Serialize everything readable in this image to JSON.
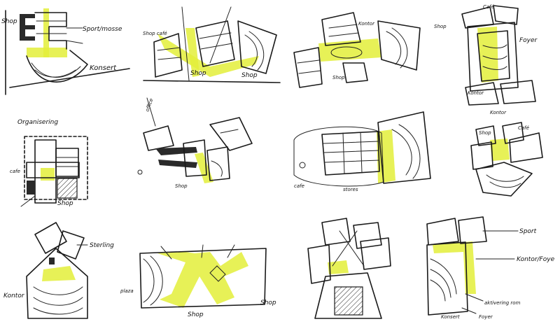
{
  "labels": {
    "s1_shop": "Shop",
    "s1_sport": "Sport/mosse",
    "s1_konsert": "Konsert",
    "s2_shop_cafe": "Shop café",
    "s2_shop_mid": "Shop",
    "s2_shop_right": "Shop",
    "s3_kontor": "Kontor",
    "s3_shop": "Shop",
    "s4_cafe": "Café",
    "s4_shop": "Shop",
    "s4_foyer": "Foyer",
    "s4_kontor": "Kontor",
    "s5_title": "Organisering",
    "s5_shop": "Shop",
    "s5_side": "cafe",
    "s6_office": "office",
    "s6_shop": "Shop",
    "s7_cafe": "cafe",
    "s7_stores": "stores",
    "s8_kontor": "Kontor",
    "s8_cafe": "Café",
    "s8_shop": "Shop",
    "s9_sterling": "Sterling",
    "s9_kontor": "Kontor",
    "s10_plaza": "plaza",
    "s10_shop_mid": "Shop",
    "s10_shop_right": "Shop",
    "s12_sport": "Sport",
    "s12_kontor_foye": "Kontor/Foye",
    "s12_aktivering": "aktivering rom",
    "s12_konsert": "Konsert",
    "s12_foyer": "Foyer"
  },
  "colors": {
    "ink": "#1a1a1a",
    "highlight": "#e3ef3a",
    "paper": "#ffffff"
  }
}
